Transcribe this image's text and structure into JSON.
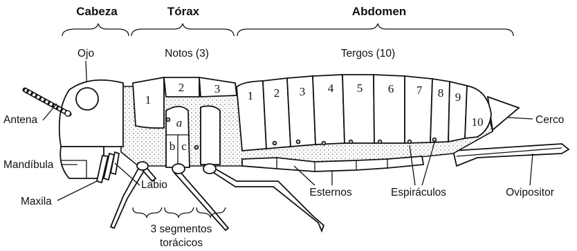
{
  "headers": {
    "head": "Cabeza",
    "thorax": "Tórax",
    "abdomen": "Abdomen"
  },
  "sublabels": {
    "eye": "Ojo",
    "nota": "Notos (3)",
    "terga": "Tergos (10)"
  },
  "labels": {
    "antenna": "Antena",
    "mandible": "Mandíbula",
    "maxilla": "Maxila",
    "labium": "Labio",
    "sterna": "Esternos",
    "spiracles": "Espiráculos",
    "ovipositor": "Ovipositor",
    "cercus": "Cerco",
    "thoracic_segments_line1": "3 segmentos",
    "thoracic_segments_line2": "torácicos"
  },
  "notum_numbers": [
    "1",
    "2",
    "3"
  ],
  "tergum_numbers": [
    "1",
    "2",
    "3",
    "4",
    "5",
    "6",
    "7",
    "8",
    "9",
    "10"
  ],
  "pleuron_letters": [
    "a",
    "b",
    "c"
  ]
}
